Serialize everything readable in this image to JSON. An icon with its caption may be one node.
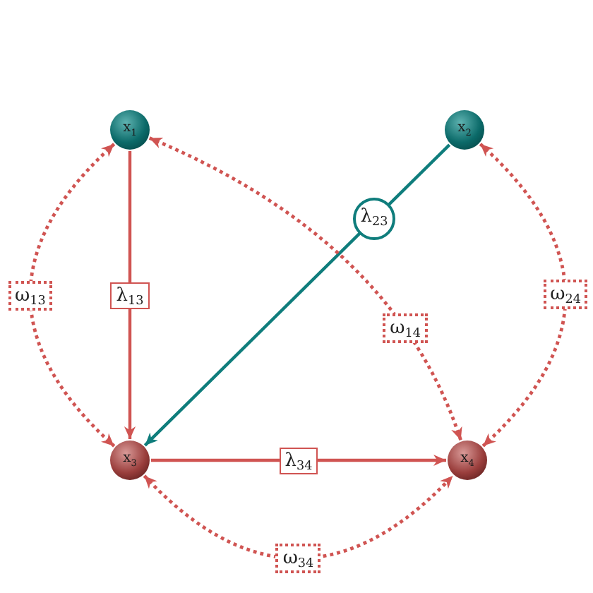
{
  "diagram": {
    "nodes": [
      {
        "text": [
          "x$_{1}$"
        ]
      },
      {
        "text": [
          "x$_{2}$"
        ]
      },
      {
        "text": [
          "x$_{3}$"
        ]
      },
      {
        "text": [
          "x$_{4}$"
        ]
      }
    ],
    "edges": [
      {
        "from": 0,
        "to": 2,
        "arrow": "to",
        "label": "λ$_{13}$"
      },
      {
        "from": 1,
        "to": 2,
        "arrow": "to",
        "label": "λ$_{23}$",
        "color": "#0f7d7c"
      },
      {
        "from": 0,
        "to": 2,
        "arrow": "both",
        "label": "ω$_{13}$",
        "style": "dashed"
      },
      {
        "from": 0,
        "to": 3,
        "arrow": "both",
        "label": "ω$_{14}$",
        "style": "dashed"
      },
      {
        "from": 1,
        "to": 3,
        "arrow": "both",
        "label": "ω$_{24}$",
        "style": "dashed"
      },
      {
        "from": 2,
        "to": 3,
        "arrow": "to",
        "label": "λ$_{34}$"
      },
      {
        "from": 2,
        "to": 3,
        "arrow": "both",
        "label": "ω$_{34}$",
        "style": "dashed"
      }
    ]
  }
}
